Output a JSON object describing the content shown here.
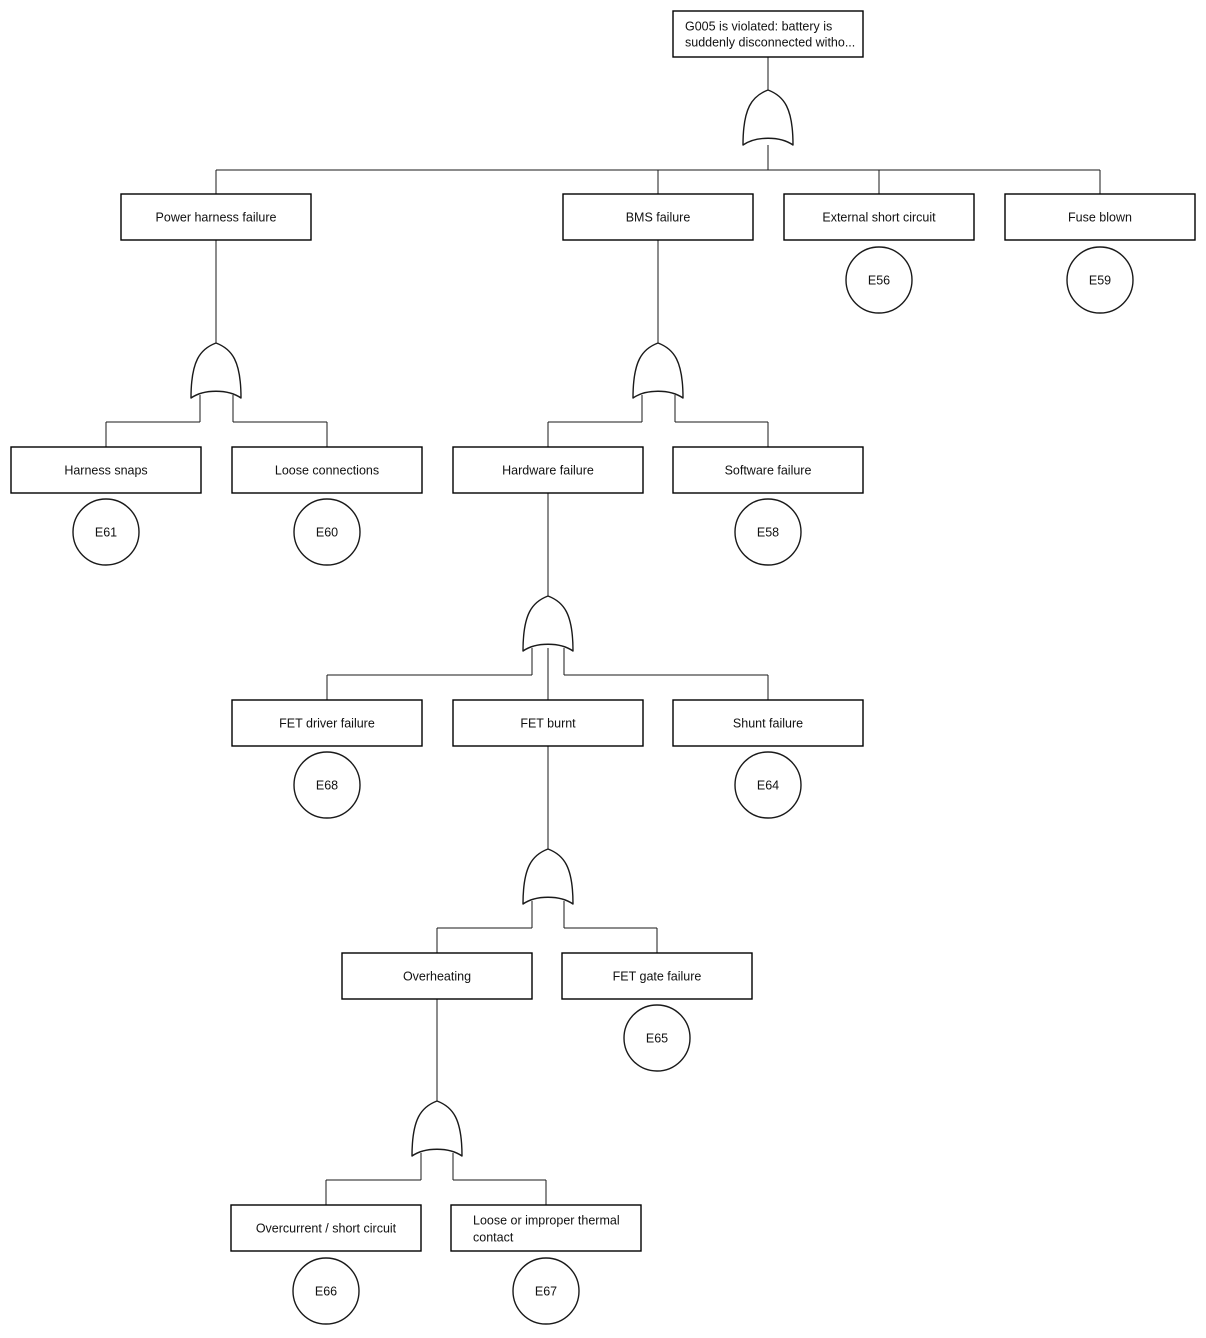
{
  "diagram": {
    "type": "fault-tree",
    "title_node": {
      "id": "G005",
      "lines": [
        "G005 is violated: battery is",
        "suddenly disconnected witho..."
      ]
    },
    "colors": {
      "stroke": "#1a1a1a",
      "fill": "#ffffff",
      "text": "#111111"
    },
    "gate_type": "OR"
  },
  "nodes": {
    "top": {
      "lines": [
        "G005 is violated: battery is",
        "suddenly disconnected witho..."
      ]
    },
    "power_harness_failure": {
      "lines": [
        "Power harness failure"
      ]
    },
    "bms_failure": {
      "lines": [
        "BMS failure"
      ]
    },
    "external_short_circuit": {
      "lines": [
        "External short circuit"
      ]
    },
    "fuse_blown": {
      "lines": [
        "Fuse blown"
      ]
    },
    "harness_snaps": {
      "lines": [
        "Harness snaps"
      ]
    },
    "loose_connections": {
      "lines": [
        "Loose connections"
      ]
    },
    "hardware_failure": {
      "lines": [
        "Hardware failure"
      ]
    },
    "software_failure": {
      "lines": [
        "Software failure"
      ]
    },
    "fet_driver_failure": {
      "lines": [
        "FET driver failure"
      ]
    },
    "fet_burnt": {
      "lines": [
        "FET burnt"
      ]
    },
    "shunt_failure": {
      "lines": [
        "Shunt failure"
      ]
    },
    "overheating": {
      "lines": [
        "Overheating"
      ]
    },
    "fet_gate_failure": {
      "lines": [
        "FET gate failure"
      ]
    },
    "overcurrent_short_circuit": {
      "lines": [
        "Overcurrent / short circuit"
      ]
    },
    "loose_thermal_contact": {
      "lines": [
        "Loose or improper thermal",
        "contact"
      ]
    }
  },
  "basic_events": {
    "e56": {
      "label": "E56",
      "parent": "external_short_circuit"
    },
    "e59": {
      "label": "E59",
      "parent": "fuse_blown"
    },
    "e61": {
      "label": "E61",
      "parent": "harness_snaps"
    },
    "e60": {
      "label": "E60",
      "parent": "loose_connections"
    },
    "e58": {
      "label": "E58",
      "parent": "software_failure"
    },
    "e68": {
      "label": "E68",
      "parent": "fet_driver_failure"
    },
    "e64": {
      "label": "E64",
      "parent": "shunt_failure"
    },
    "e65": {
      "label": "E65",
      "parent": "fet_gate_failure"
    },
    "e66": {
      "label": "E66",
      "parent": "overcurrent_short_circuit"
    },
    "e67": {
      "label": "E67",
      "parent": "loose_thermal_contact"
    }
  },
  "gates": {
    "g_top": {
      "type": "OR",
      "parent": "top",
      "children": [
        "power_harness_failure",
        "bms_failure",
        "external_short_circuit",
        "fuse_blown"
      ]
    },
    "g_harness": {
      "type": "OR",
      "parent": "power_harness_failure",
      "children": [
        "harness_snaps",
        "loose_connections"
      ]
    },
    "g_bms": {
      "type": "OR",
      "parent": "bms_failure",
      "children": [
        "hardware_failure",
        "software_failure"
      ]
    },
    "g_hardware": {
      "type": "OR",
      "parent": "hardware_failure",
      "children": [
        "fet_driver_failure",
        "fet_burnt",
        "shunt_failure"
      ]
    },
    "g_fet_burnt": {
      "type": "OR",
      "parent": "fet_burnt",
      "children": [
        "overheating",
        "fet_gate_failure"
      ]
    },
    "g_overheating": {
      "type": "OR",
      "parent": "overheating",
      "children": [
        "overcurrent_short_circuit",
        "loose_thermal_contact"
      ]
    }
  }
}
